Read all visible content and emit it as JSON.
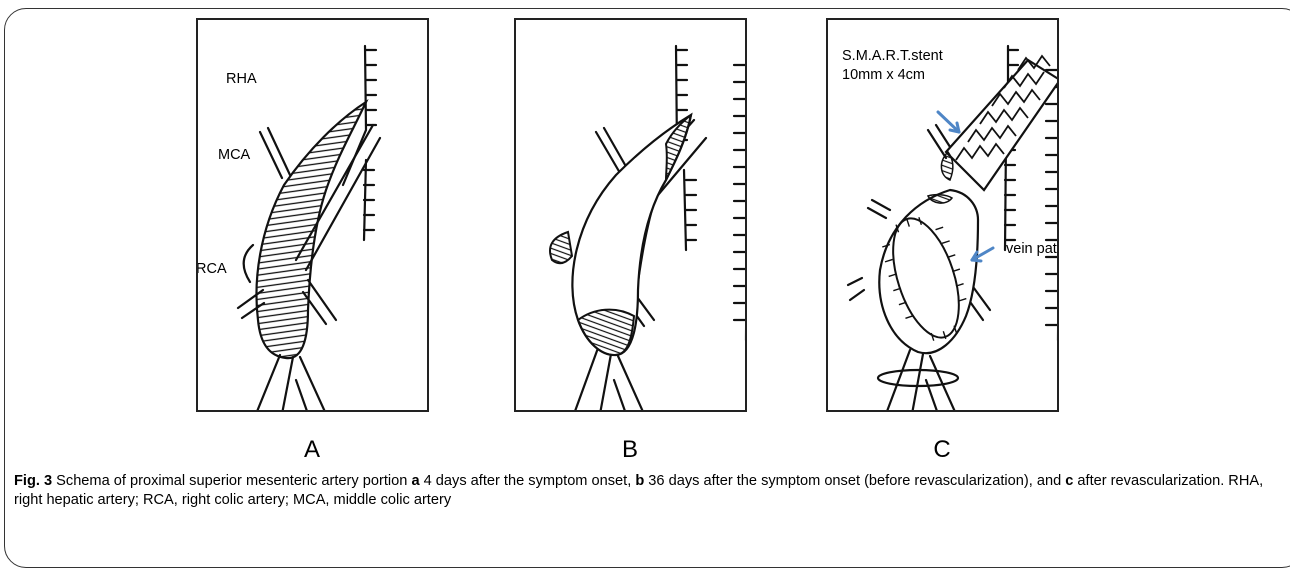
{
  "panel_labels": [
    "A",
    "B",
    "C"
  ],
  "panel_a": {
    "rha": "RHA",
    "mca": "MCA",
    "rca": "RCA"
  },
  "panel_c": {
    "stent_line1": "S.M.A.R.T.stent",
    "stent_line2": "10mm x 4cm",
    "vein_patch": "vein patch"
  },
  "caption": {
    "fig_label": "Fig. 3",
    "t1": " Schema of proximal superior mesenteric artery portion ",
    "a": "a",
    "t2": " 4 days after the symptom onset, ",
    "b": "b",
    "t3": " 36 days after the symptom onset (before revascularization), and ",
    "c": "c",
    "t4": " after revascularization. RHA, right hepatic artery; RCA, right colic artery; MCA, middle colic artery"
  },
  "colors": {
    "ink": "#111111",
    "arrow": "#4f86c6",
    "border": "#333333"
  }
}
